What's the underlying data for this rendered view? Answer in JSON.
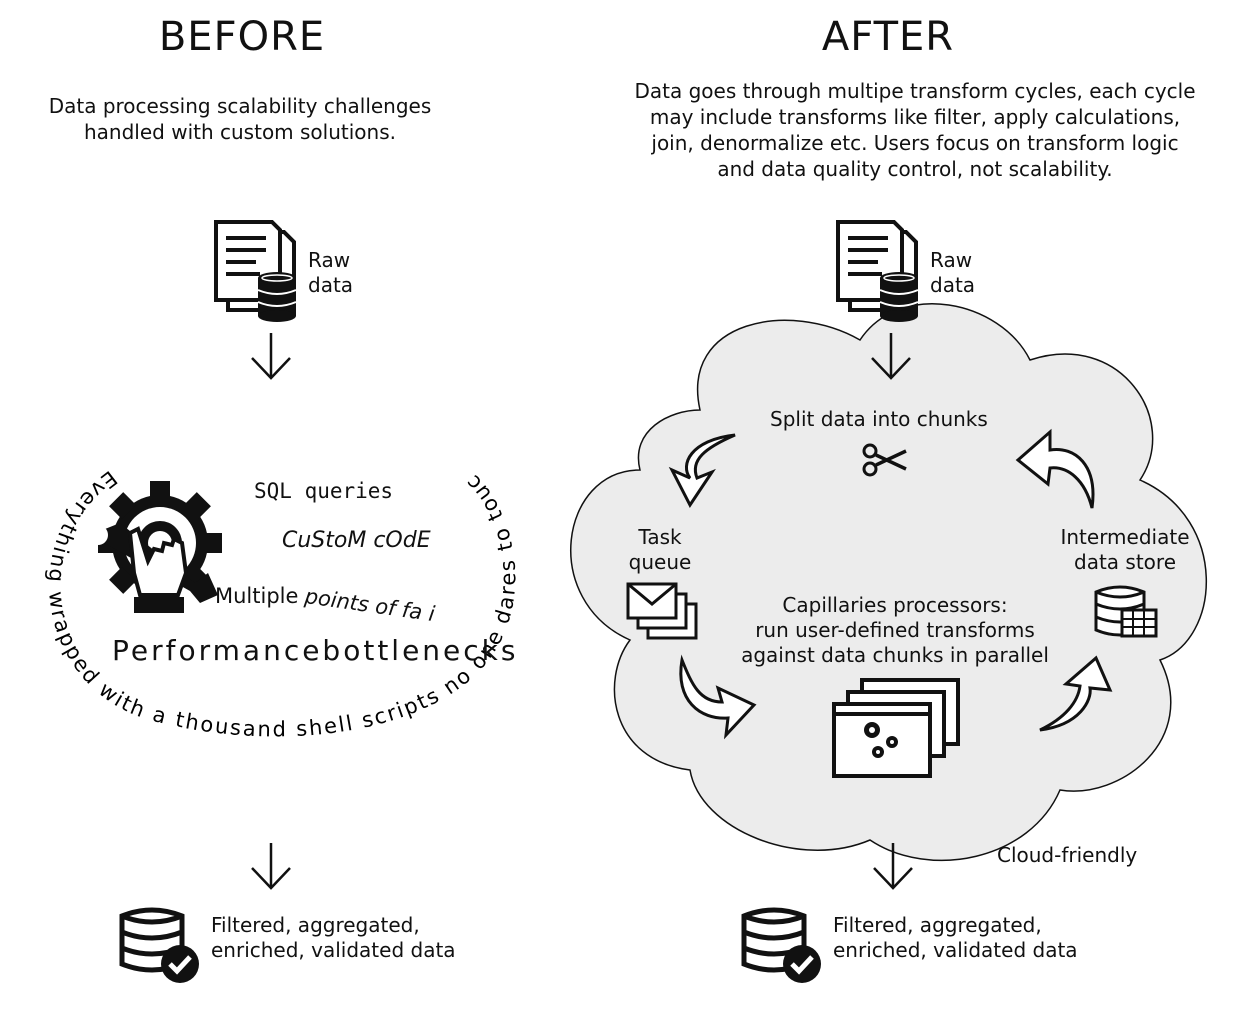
{
  "before": {
    "title": "BEFORE",
    "description_line1": "Data processing scalability challenges",
    "description_line2": "handled with custom solutions.",
    "raw_data_line1": "Raw",
    "raw_data_line2": "data",
    "sql_queries": "SQL queries",
    "custom_code": "CuStoM cOdE",
    "multiple_points_a": "Multiple",
    "multiple_points_b": "points of fa i",
    "perf_bottlenecks": "Performancebottlenecks",
    "spiral_text": "Everything wrapped with a thousand shell scripts no one dares to touch",
    "output_line1": "Filtered, aggregated,",
    "output_line2": "enriched, validated data"
  },
  "after": {
    "title": "AFTER",
    "description_line1": "Data goes through multipe transform cycles, each cycle",
    "description_line2": "may include transforms like filter, apply calculations,",
    "description_line3": "join, denormalize etc. Users focus on transform logic",
    "description_line4": "and data quality control, not scalability.",
    "raw_data_line1": "Raw",
    "raw_data_line2": "data",
    "split_label": "Split data into chunks",
    "task_queue_line1": "Task",
    "task_queue_line2": "queue",
    "intermediate_line1": "Intermediate",
    "intermediate_line2": "data store",
    "processors_line1": "Capillaries processors:",
    "processors_line2": "run user-defined transforms",
    "processors_line3": "against data chunks in parallel",
    "cloud_label": "Cloud-friendly",
    "output_line1": "Filtered, aggregated,",
    "output_line2": "enriched, validated data"
  },
  "colors": {
    "cloud_fill": "#ececec",
    "stroke": "#111111"
  }
}
